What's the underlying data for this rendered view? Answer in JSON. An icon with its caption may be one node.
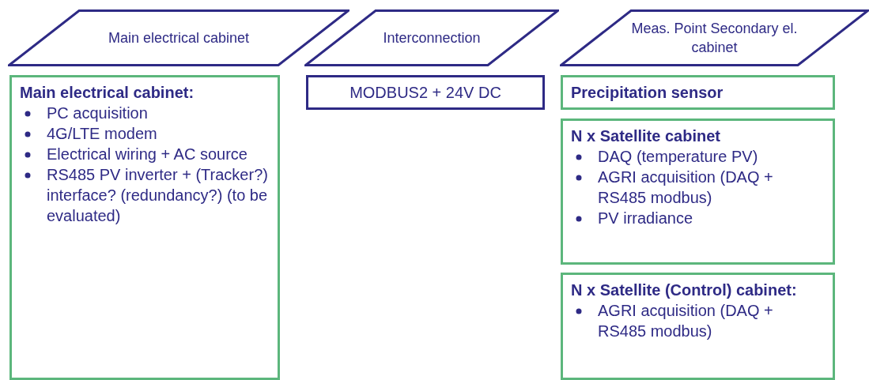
{
  "diagram": {
    "nodes": [
      {
        "text": [
          "Main electrical cabinet"
        ]
      },
      {
        "text": [
          "Interconnection"
        ]
      },
      {
        "text": [
          "Meas. Point Secondary el. cabinet"
        ]
      },
      {
        "text": [
          "Main electrical cabinet:",
          "PC acquisition",
          "4G/LTE modem",
          "Electrical wiring + AC source",
          "RS485 PV inverter + (Tracker?) interface? (redundancy?) (to be evaluated)"
        ]
      },
      {
        "text": [
          "MODBUS2 + 24V DC"
        ]
      },
      {
        "text": [
          "Precipitation sensor"
        ]
      },
      {
        "text": [
          "N x Satellite cabinet",
          "DAQ (temperature PV)",
          "AGRI acquisition (DAQ + RS485 modbus)",
          "PV irradiance"
        ]
      },
      {
        "text": [
          "N x Satellite (Control) cabinet:",
          "AGRI acquisition (DAQ + RS485 modbus)"
        ]
      }
    ],
    "edges": []
  }
}
